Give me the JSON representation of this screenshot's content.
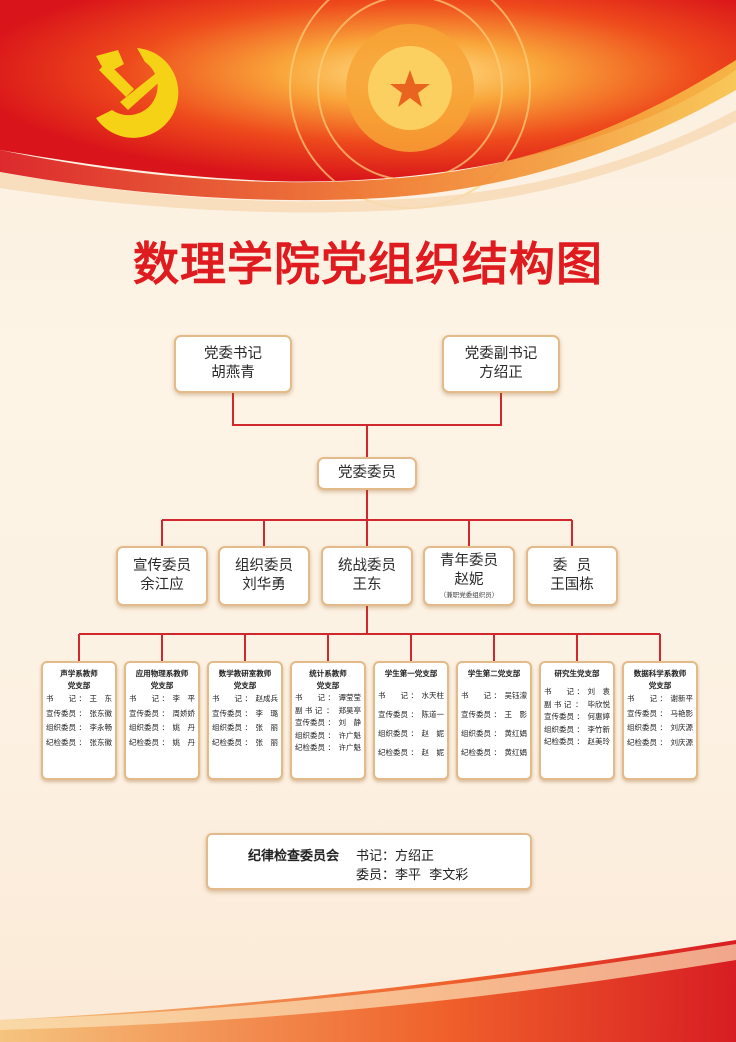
{
  "title": "数理学院党组织结构图",
  "colors": {
    "accent": "#e01b20",
    "line": "#d0282d",
    "border": "#e3bb8a",
    "emblem": "#f6d216"
  },
  "top_officers": [
    {
      "role": "党委书记",
      "name": "胡燕青"
    },
    {
      "role": "党委副书记",
      "name": "方绍正"
    }
  ],
  "committee": {
    "label": "党委委员"
  },
  "members": [
    {
      "role": "宣传委员",
      "name": "余江应"
    },
    {
      "role": "组织委员",
      "name": "刘华勇"
    },
    {
      "role": "统战委员",
      "name": "王东"
    },
    {
      "role": "青年委员",
      "name": "赵妮",
      "note": "（兼职党委组织员）"
    },
    {
      "role": "委  员",
      "name": "王国栋"
    }
  ],
  "branches": [
    {
      "title_lines": [
        "声学系教师",
        "党支部"
      ],
      "members": [
        {
          "role": "书　　记",
          "name": "王　东"
        },
        {
          "role": "宣传委员",
          "name": "张东徽"
        },
        {
          "role": "组织委员",
          "name": "李永畅"
        },
        {
          "role": "纪检委员",
          "name": "张东徽"
        }
      ]
    },
    {
      "title_lines": [
        "应用物理系教师",
        "党支部"
      ],
      "members": [
        {
          "role": "书　　记",
          "name": "李　平"
        },
        {
          "role": "宣传委员",
          "name": "周娇娇"
        },
        {
          "role": "组织委员",
          "name": "姚　丹"
        },
        {
          "role": "纪检委员",
          "name": "姚　丹"
        }
      ]
    },
    {
      "title_lines": [
        "数学教研室教师",
        "党支部"
      ],
      "members": [
        {
          "role": "书　　记",
          "name": "赵成兵"
        },
        {
          "role": "宣传委员",
          "name": "李　璐"
        },
        {
          "role": "组织委员",
          "name": "张　丽"
        },
        {
          "role": "纪检委员",
          "name": "张　丽"
        }
      ]
    },
    {
      "title_lines": [
        "统计系教师",
        "党支部"
      ],
      "members": [
        {
          "role": "书　　记",
          "name": "谭莹莹"
        },
        {
          "role": "副 书 记",
          "name": "郑昊亭"
        },
        {
          "role": "宣传委员",
          "name": "刘　静"
        },
        {
          "role": "组织委员",
          "name": "许广魁"
        },
        {
          "role": "纪检委员",
          "name": "许广魁"
        }
      ]
    },
    {
      "title_lines": [
        "学生第一党支部"
      ],
      "members": [
        {
          "role": "书　　记",
          "name": "水天柱"
        },
        {
          "role": "宣传委员",
          "name": "陈道一"
        },
        {
          "role": "组织委员",
          "name": "赵　妮"
        },
        {
          "role": "纪检委员",
          "name": "赵　妮"
        }
      ]
    },
    {
      "title_lines": [
        "学生第二党支部"
      ],
      "members": [
        {
          "role": "书　　记",
          "name": "吴钰濛"
        },
        {
          "role": "宣传委员",
          "name": "王　影"
        },
        {
          "role": "组织委员",
          "name": "黄红娟"
        },
        {
          "role": "纪检委员",
          "name": "黄红娟"
        }
      ]
    },
    {
      "title_lines": [
        "研究生党支部"
      ],
      "members": [
        {
          "role": "书　　记",
          "name": "刘　袁"
        },
        {
          "role": "副 书 记",
          "name": "毕欣悦"
        },
        {
          "role": "宣传委员",
          "name": "何惠婷"
        },
        {
          "role": "组织委员",
          "name": "李竹新"
        },
        {
          "role": "纪检委员",
          "name": "赵美玲"
        }
      ]
    },
    {
      "title_lines": [
        "数据科学系教师",
        "党支部"
      ],
      "members": [
        {
          "role": "书　　记",
          "name": "谢新平"
        },
        {
          "role": "宣传委员",
          "name": "马艳影"
        },
        {
          "role": "组织委员",
          "name": "刘庆源"
        },
        {
          "role": "纪检委员",
          "name": "刘庆源"
        }
      ]
    }
  ],
  "discipline": {
    "title": "纪律检查委员会",
    "secretary": "书记：方绍正",
    "members": "委员：李平  李文彩"
  }
}
